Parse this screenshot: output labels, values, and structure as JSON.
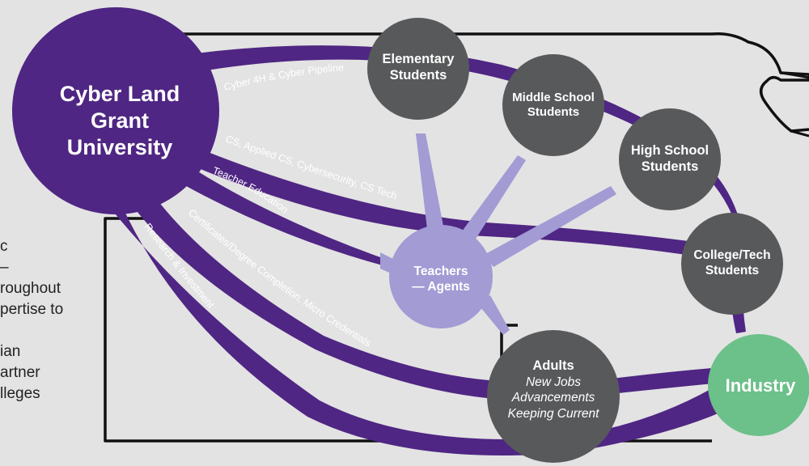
{
  "hub": {
    "name_lines": [
      "Cyber Land",
      "Grant University"
    ],
    "color": "#4f2683"
  },
  "flows": {
    "cyber_4h": "Cyber 4H & Cyber Pipeline",
    "cs_programs": "CS, Applied CS, Cybersecurity, CS Tech",
    "teacher_education": "Teacher Education",
    "certificates": "Certificates/Degree Completion, Micro Credentials",
    "research": "Research & Investment",
    "color": "#4f2683"
  },
  "nodes": {
    "elementary": [
      "Elementary",
      "Students"
    ],
    "middle_school": [
      "Middle School",
      "Students"
    ],
    "high_school": [
      "High School",
      "Students"
    ],
    "college_tech": [
      "College/Tech",
      "Students"
    ],
    "teachers": [
      "Teachers",
      "— Agents"
    ],
    "adults": {
      "title": "Adults",
      "lines": [
        "New Jobs",
        "Advancements",
        "Keeping Current"
      ]
    },
    "industry": "Industry",
    "student_color": "#58595b",
    "teacher_color": "#a29bd4",
    "industry_color": "#6cc08a"
  },
  "side_text_lines": [
    "c",
    "–",
    "roughout",
    "pertise to",
    "",
    "ian",
    "artner",
    "lleges"
  ],
  "background_color": "#e3e3e3"
}
